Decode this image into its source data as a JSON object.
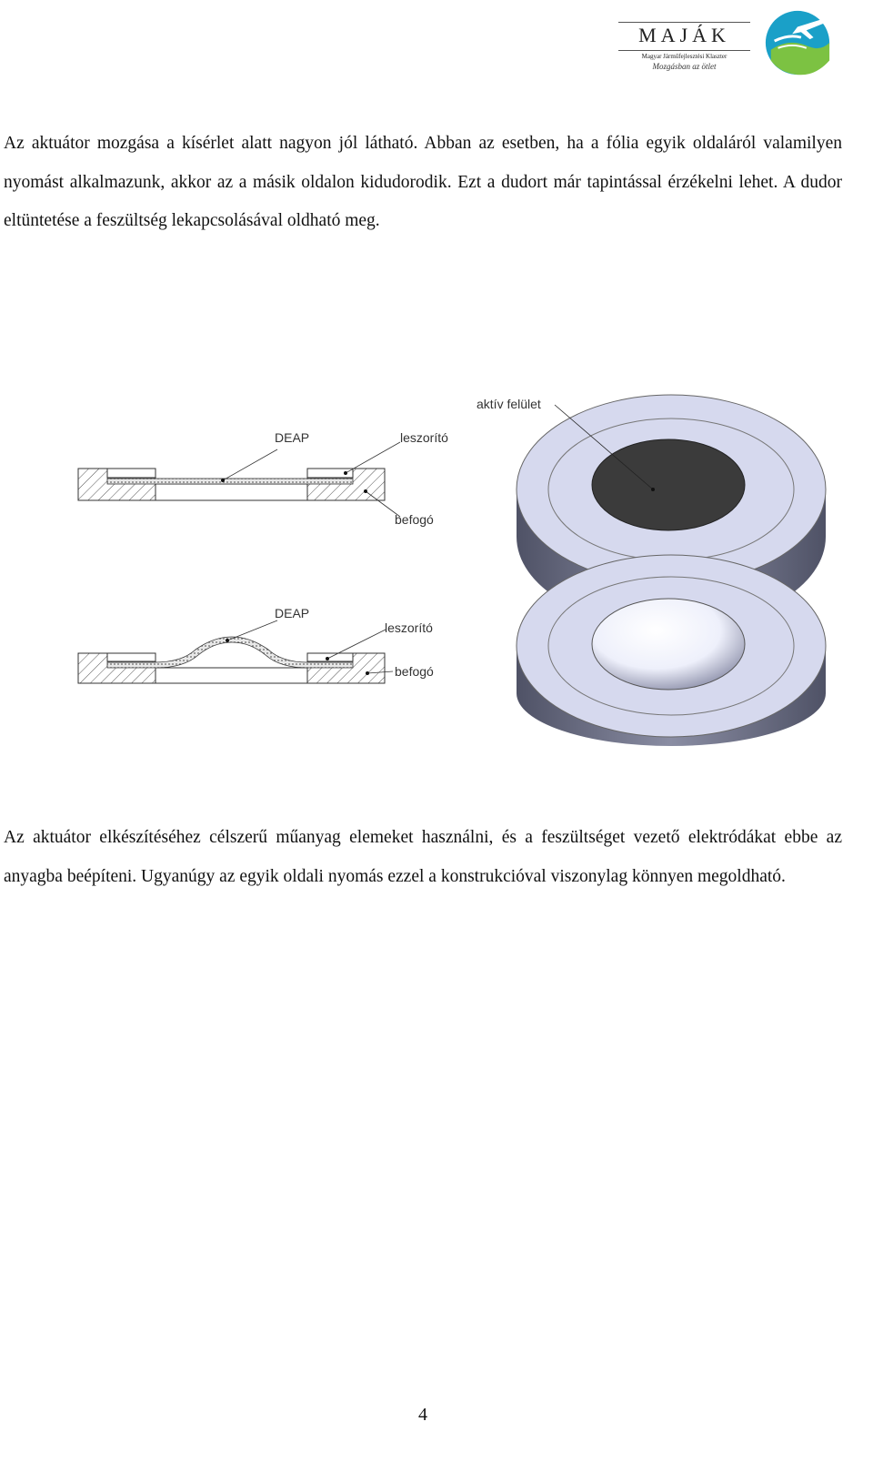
{
  "header": {
    "logo_name": "MAJÁK",
    "logo_subtitle": "Magyar Járműfejlesztési Klaszter",
    "logo_motto": "Mozgásban az ötlet"
  },
  "paragraphs": [
    "Az aktuátor mozgása a kísérlet alatt nagyon jól látható. Abban az esetben, ha a fólia egyik oldaláról valamilyen nyomást alkalmazunk, akkor az a másik oldalon kidudorodik. Ezt a dudort már tapintással érzékelni lehet. A dudor eltüntetése a feszültség lekapcsolásával oldható meg.",
    "Az aktuátor elkészítéséhez célszerű műanyag elemeket használni, és a feszültséget vezető elektródákat ebbe az anyagba beépíteni. Ugyanúgy az egyik oldali nyomás ezzel a konstrukcióval viszonylag könnyen megoldható."
  ],
  "figure": {
    "top_section": {
      "deap": "DEAP",
      "leszorito": "leszorító",
      "befogo": "befogó"
    },
    "bottom_section": {
      "deap": "DEAP",
      "leszorito": "leszorító",
      "befogo": "befogó"
    },
    "active_surface": "aktív felület"
  },
  "page_number": "4",
  "colors": {
    "ring_face": "#d6d9ee",
    "ring_side": "#6f7287",
    "active_surface": "#3b3b3b",
    "logo_blue": "#1aa0c8",
    "logo_green": "#7cc242"
  }
}
